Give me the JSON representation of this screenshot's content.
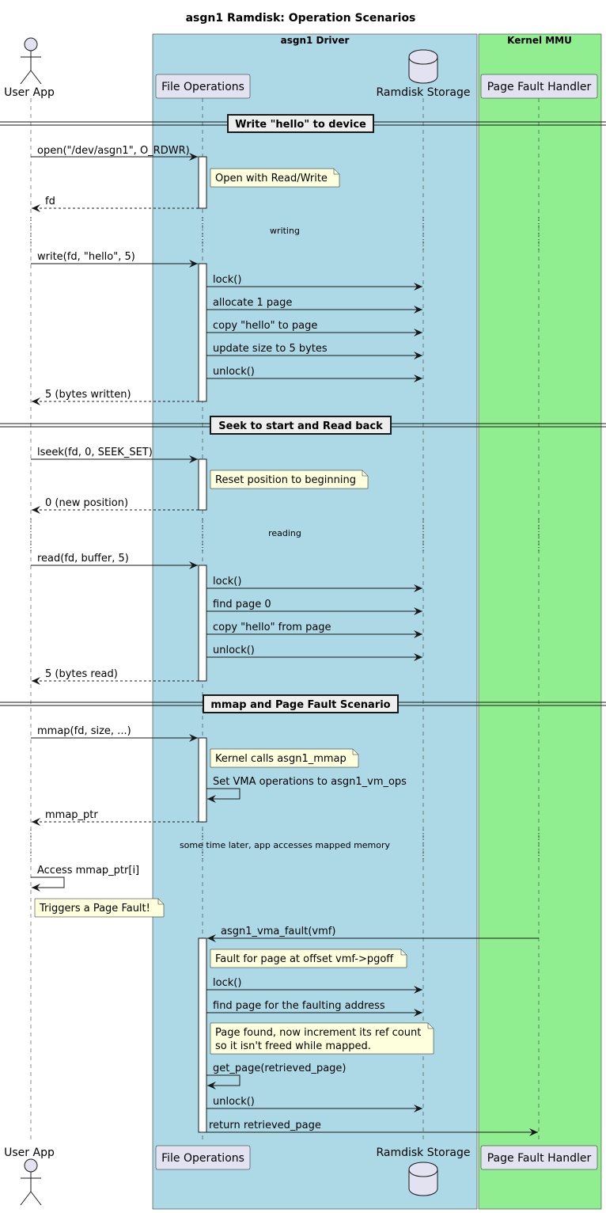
{
  "title": "asgn1 Ramdisk: Operation Scenarios",
  "boxes": {
    "driver": {
      "title": "asgn1 Driver",
      "color": "#ADD8E6"
    },
    "mmu": {
      "title": "Kernel MMU",
      "color": "#90EE90"
    }
  },
  "participants": {
    "user_app": {
      "label": "User App",
      "kind": "actor"
    },
    "file_ops": {
      "label": "File Operations",
      "kind": "participant"
    },
    "ramdisk": {
      "label": "Ramdisk Storage",
      "kind": "database"
    },
    "pf_handler": {
      "label": "Page Fault Handler",
      "kind": "participant"
    }
  },
  "separators": {
    "write": "Write \"hello\" to device",
    "seek": "Seek to start and Read back",
    "mmap": "mmap and Page Fault Scenario"
  },
  "delays": {
    "writing": "writing",
    "reading": "reading",
    "later": "some time later, app accesses mapped memory"
  },
  "messages": {
    "open": "open(\"/dev/asgn1\", O_RDWR)",
    "fd": "fd",
    "write_call": "write(fd, \"hello\", 5)",
    "w_lock": "lock()",
    "w_alloc": "allocate 1 page",
    "w_copy": "copy \"hello\" to page",
    "w_size": "update size to 5 bytes",
    "w_unlock": "unlock()",
    "w_ret": "5 (bytes written)",
    "lseek": "lseek(fd, 0, SEEK_SET)",
    "lseek_ret": "0 (new position)",
    "read_call": "read(fd, buffer, 5)",
    "r_lock": "lock()",
    "r_find": "find page 0",
    "r_copy": "copy \"hello\" from page",
    "r_unlock": "unlock()",
    "r_ret": "5 (bytes read)",
    "mmap": "mmap(fd, size, ...)",
    "set_vma": "Set VMA operations to asgn1_vm_ops",
    "mmap_ret": "mmap_ptr",
    "access": "Access mmap_ptr[i]",
    "vma_fault": "asgn1_vma_fault(vmf)",
    "f_lock": "lock()",
    "f_find": "find page for the faulting address",
    "get_page": "get_page(retrieved_page)",
    "f_unlock": "unlock()",
    "f_ret": "return retrieved_page"
  },
  "notes": {
    "open_note": "Open with Read/Write",
    "reset_note": "Reset position to beginning",
    "mmap_note": "Kernel calls asgn1_mmap",
    "fault_trigger": "Triggers a Page Fault!",
    "fault_offset": "Fault for page at offset vmf->pgoff",
    "page_found_1": "Page found, now increment its ref count",
    "page_found_2": "so it isn't freed while mapped."
  },
  "colors": {
    "participant_fill": "#E2E2F0",
    "participant_border": "#181818",
    "note_fill": "#FEFFDD",
    "activation_fill": "#FFFFFF",
    "separator_fill": "#EEEEEE"
  }
}
